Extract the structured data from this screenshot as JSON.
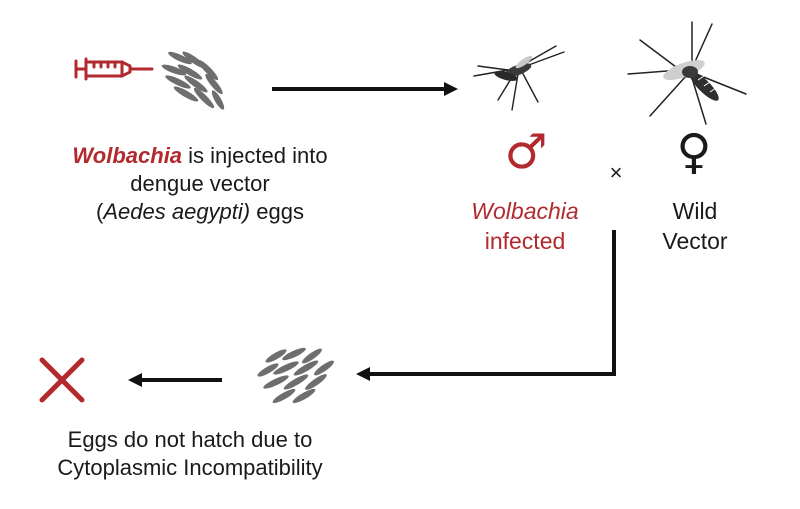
{
  "step1": {
    "highlight": "Wolbachia",
    "line1_rest": " is injected into",
    "line2": "dengue vector",
    "line3_open": "(",
    "line3_species": "Aedes aegypti)",
    "line3_rest": " eggs"
  },
  "male": {
    "symbol": "♂",
    "label_line1": "Wolbachia",
    "label_line2": "infected"
  },
  "cross_symbol": "×",
  "female": {
    "symbol": "♀",
    "label_line1": "Wild",
    "label_line2": "Vector"
  },
  "result": {
    "line1": "Eggs do not hatch due to",
    "line2": "Cytoplasmic Incompatibility"
  },
  "colors": {
    "accent_red": "#b22a2e",
    "egg_gray": "#6e6e6e",
    "arrow": "#111111"
  },
  "icons": [
    "syringe-icon",
    "eggs-icon",
    "mosquito-icon",
    "x-mark-icon"
  ]
}
